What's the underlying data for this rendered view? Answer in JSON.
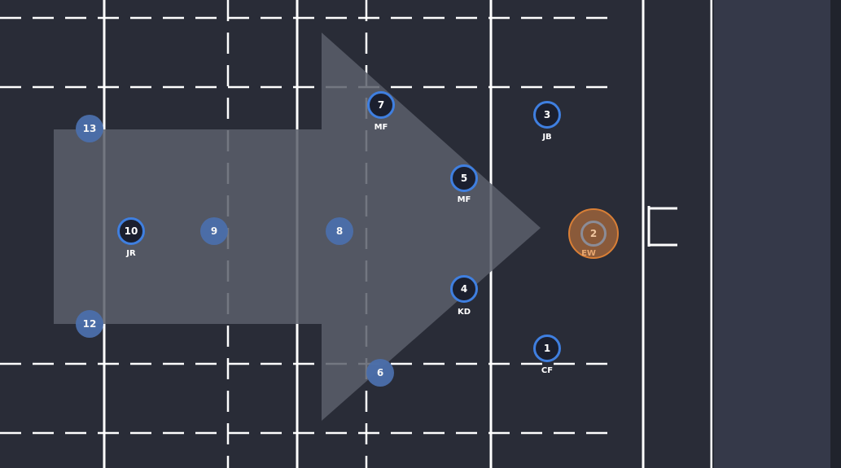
{
  "pitch": {
    "colors": {
      "background": "#292c37",
      "lines": "#ffffff",
      "arrow": "#5a5f6b",
      "player_outline": "#3f7fe0",
      "player_fill": "#4b6fab",
      "ball_carrier": "#d97f36"
    },
    "arrow": {
      "direction": "right"
    }
  },
  "players": [
    {
      "number": "7",
      "label": "MF",
      "style": "outlined"
    },
    {
      "number": "3",
      "label": "JB",
      "style": "outlined"
    },
    {
      "number": "13",
      "label": "",
      "style": "filled"
    },
    {
      "number": "5",
      "label": "MF",
      "style": "outlined"
    },
    {
      "number": "10",
      "label": "JR",
      "style": "outlined"
    },
    {
      "number": "9",
      "label": "",
      "style": "filled"
    },
    {
      "number": "8",
      "label": "",
      "style": "filled"
    },
    {
      "number": "2",
      "label": "EW",
      "style": "ball"
    },
    {
      "number": "4",
      "label": "KD",
      "style": "outlined"
    },
    {
      "number": "12",
      "label": "",
      "style": "filled"
    },
    {
      "number": "1",
      "label": "CF",
      "style": "outlined"
    },
    {
      "number": "6",
      "label": "",
      "style": "filled"
    }
  ]
}
